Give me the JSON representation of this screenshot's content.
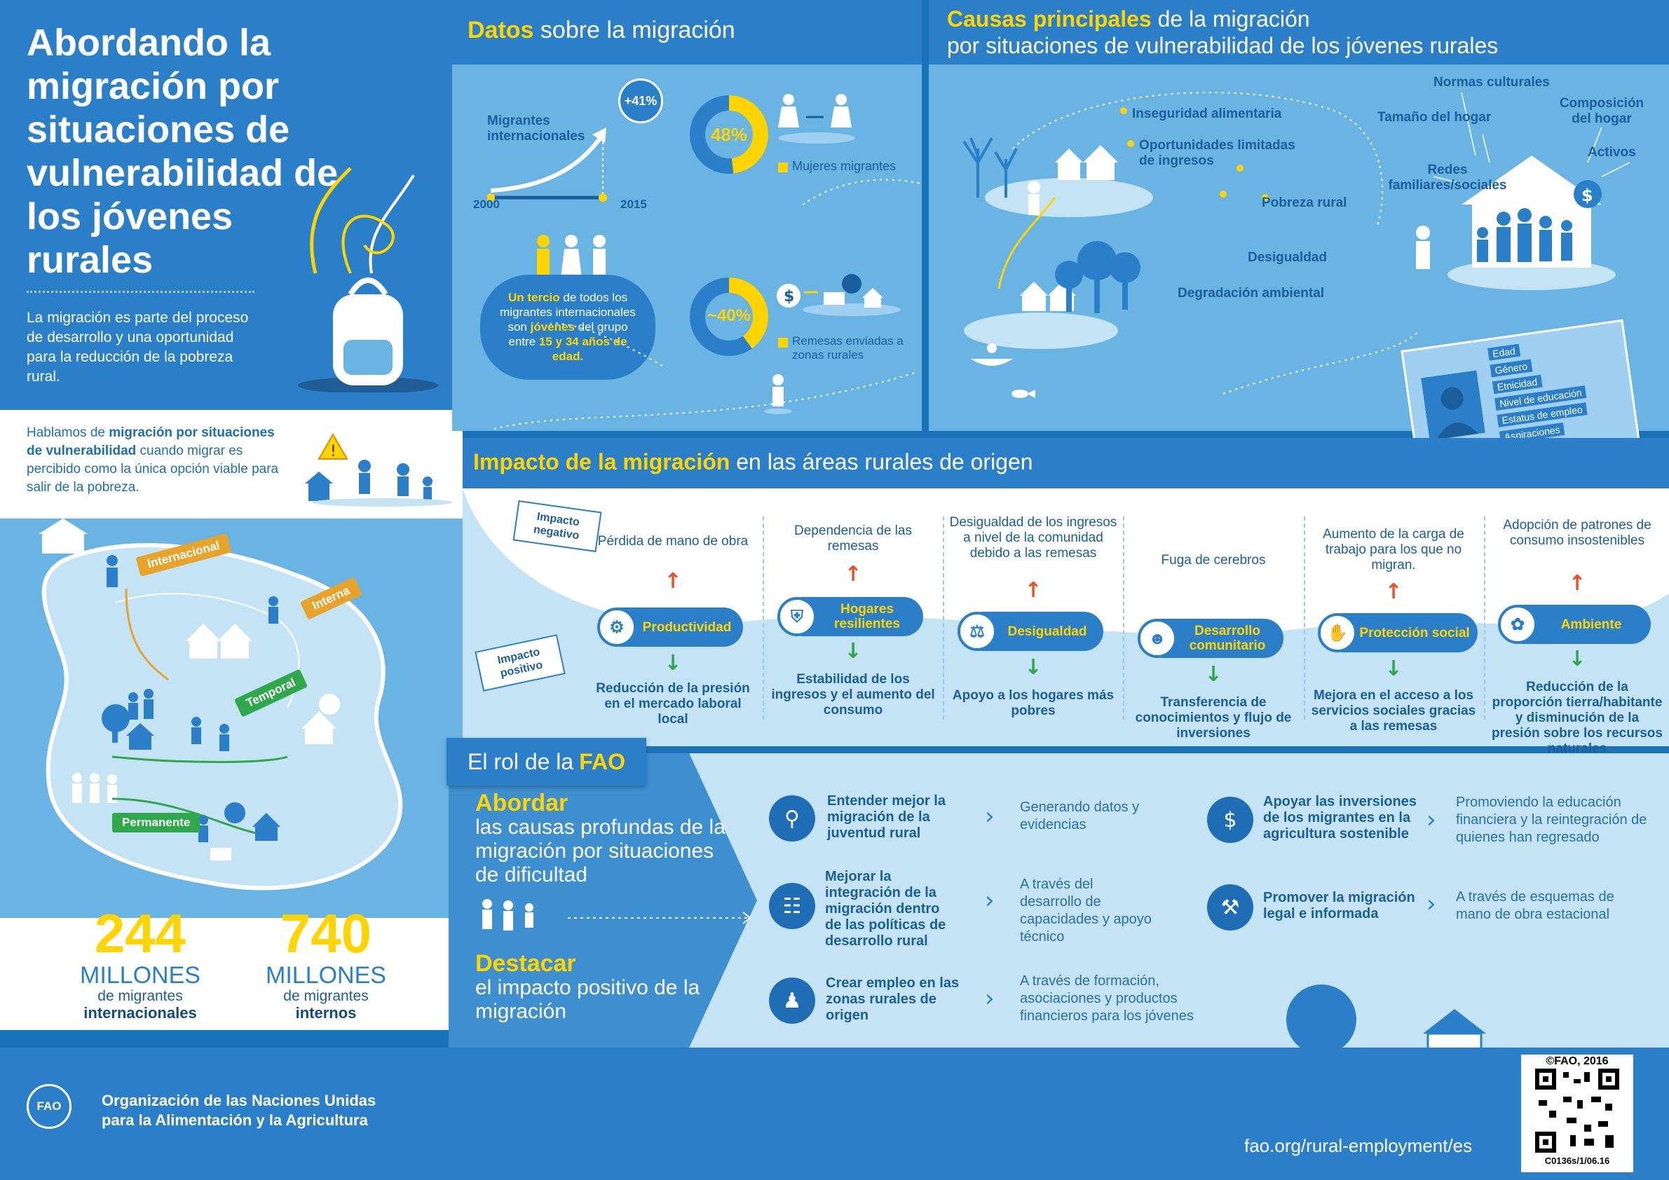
{
  "title": "Abordando la migración por situaciones de vulnerabilidad de los jóvenes rurales",
  "intro": "La migración es parte del proceso de desarrollo y una oportunidad para la reducción de la pobreza rural.",
  "definition": {
    "pre": "Hablamos de ",
    "bold": "migración por situaciones de vulnerabilidad",
    "post": " cuando migrar es percibido como la única opción viable para salir de la pobreza."
  },
  "map_tags": [
    "Internacional",
    "Interna",
    "Temporal",
    "Permanente"
  ],
  "stats": [
    {
      "number": "244",
      "unit": "MILLONES",
      "line1": "de migrantes",
      "line2": "internacionales"
    },
    {
      "number": "740",
      "unit": "MILLONES",
      "line1": "de migrantes",
      "line2": "internos"
    }
  ],
  "datos": {
    "title_hl": "Datos",
    "title_rest": " sobre la migración",
    "growth_label": "Migrantes internacionales",
    "growth_value": "+41%",
    "year_start": "2000",
    "year_end": "2015",
    "women_pct": "48%",
    "women_label": "Mujeres migrantes",
    "youth_hl": "Un tercio",
    "youth_mid1": " de todos los migrantes internacionales son ",
    "youth_hl2": "jóvenes",
    "youth_mid2": " del grupo entre ",
    "youth_hl3": "15 y 34 años de edad.",
    "remit_pct": "~40%",
    "remit_label": "Remesas enviadas a zonas rurales"
  },
  "causas": {
    "title_hl": "Causas principales",
    "title_rest": " de la migración",
    "title_line2": "por situaciones de vulnerabilidad de los jóvenes rurales",
    "items": [
      "Inseguridad alimentaria",
      "Oportunidades limitadas de ingresos",
      "Pobreza rural",
      "Desigualdad",
      "Degradación ambiental"
    ],
    "household": [
      "Normas culturales",
      "Tamaño del hogar",
      "Composición del hogar",
      "Redes familiares/sociales",
      "Activos"
    ],
    "card": [
      "Edad",
      "Género",
      "Etnicidad",
      "Nivel de educación",
      "Estatus de empleo",
      "Aspiraciones"
    ]
  },
  "impacto": {
    "title_hl": "Impacto de la migración",
    "title_rest": " en las áreas rurales de origen",
    "sign_neg": "Impacto negativo",
    "sign_pos": "Impacto positivo",
    "columns": [
      {
        "neg": "Pérdida de mano de obra",
        "pill": "Productividad",
        "pos": "Reducción de la presión en el mercado laboral local"
      },
      {
        "neg": "Dependencia de las remesas",
        "pill": "Hogares resilientes",
        "pos": "Estabilidad de los ingresos y el aumento del consumo"
      },
      {
        "neg": "Desigualdad de los ingresos a nivel de la comunidad debido a las remesas",
        "pill": "Desigualdad",
        "pos": "Apoyo a los hogares más pobres"
      },
      {
        "neg": "Fuga de cerebros",
        "pill": "Desarrollo comunitario",
        "pos": "Transferencia de conocimientos y flujo de inversiones"
      },
      {
        "neg": "Aumento de la carga de trabajo para los que no migran.",
        "pill": "Protección social",
        "pos": "Mejora en el acceso a los servicios sociales gracias a las remesas"
      },
      {
        "neg": "Adopción de patrones de consumo insostenibles",
        "pill": "Ambiente",
        "pos": "Reducción de la proporción tierra/habitante y disminución de la presión sobre los recursos naturales"
      }
    ]
  },
  "fao_role": {
    "tab_pre": "El rol de la ",
    "tab_hl": "FAO",
    "abordar_hl": "Abordar",
    "abordar_rest": "las causas profundas de la migración por situaciones de dificultad",
    "destacar_hl": "Destacar",
    "destacar_rest": "el impacto positivo de la migración",
    "items": [
      {
        "title": "Entender mejor la migración de la juventud rural",
        "desc": "Generando datos y evidencias"
      },
      {
        "title": "Mejorar la integración de la migración dentro de las políticas de desarrollo rural",
        "desc": "A través del desarrollo de capacidades y apoyo técnico"
      },
      {
        "title": "Crear empleo en las zonas rurales de origen",
        "desc": "A través de formación, asociaciones y productos financieros para los jóvenes"
      },
      {
        "title": "Apoyar las inversiones de los migrantes en la agricultura sostenible",
        "desc": "Promoviendo la educación financiera y la reintegración de quienes han regresado"
      },
      {
        "title": "Promover la migración legal e informada",
        "desc": "A través de esquemas de mano de obra estacional"
      }
    ]
  },
  "footer": {
    "org_line1": "Organización de las Naciones Unidas",
    "org_line2": "para la Alimentación y la Agricultura",
    "url": "fao.org/rural-employment/es",
    "copyright": "©FAO, 2016",
    "code": "C0136s/1/06.16"
  },
  "colors": {
    "primary": "#2a7fc8",
    "light": "#6ab4e3",
    "pale": "#c4e3f5",
    "accent": "#ffd400",
    "neg": "#e8542a",
    "pos": "#2ea84a"
  }
}
